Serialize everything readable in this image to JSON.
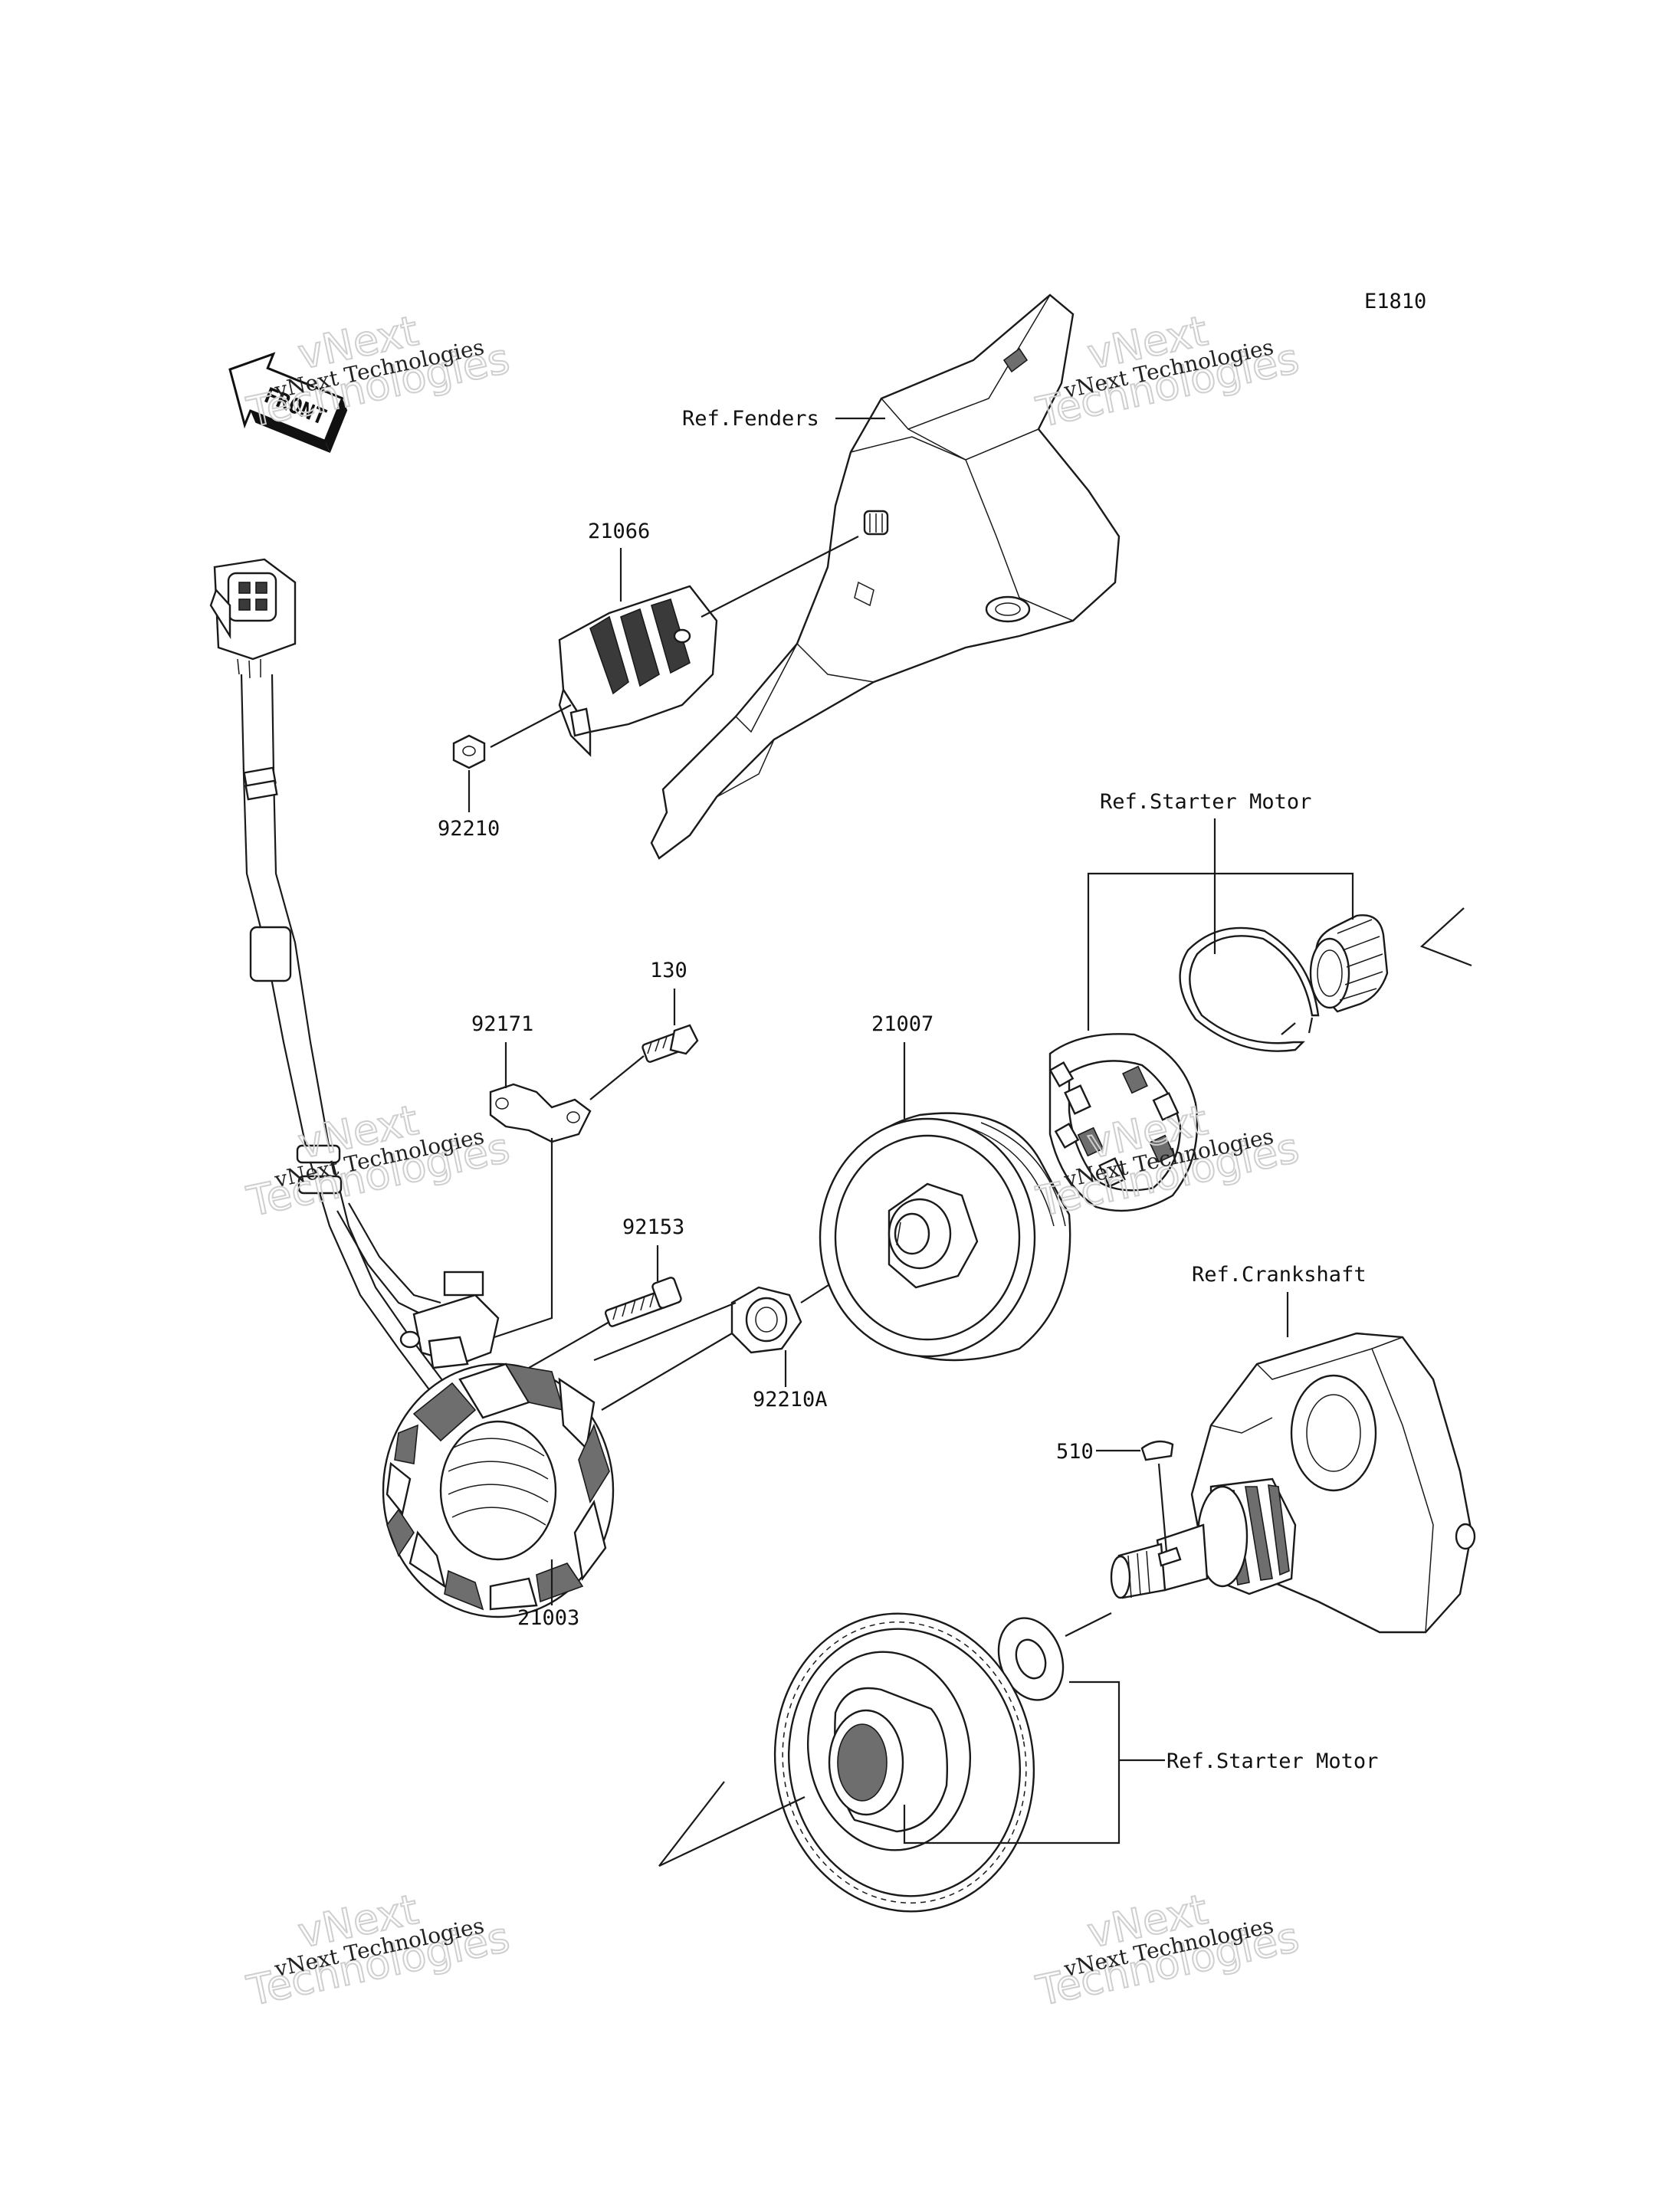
{
  "diagram_code": "E1810",
  "front_label": "FRONT",
  "watermark": {
    "small": "vNext Technologies",
    "large_line1": "vNext",
    "large_line2": "Technologies"
  },
  "references": {
    "fenders": "Ref.Fenders",
    "starter_motor_top": "Ref.Starter Motor",
    "crankshaft": "Ref.Crankshaft",
    "starter_motor_bottom": "Ref.Starter Motor"
  },
  "parts": [
    {
      "id": "21066"
    },
    {
      "id": "92210"
    },
    {
      "id": "130"
    },
    {
      "id": "92171"
    },
    {
      "id": "21007"
    },
    {
      "id": "92153"
    },
    {
      "id": "92210A"
    },
    {
      "id": "510"
    },
    {
      "id": "21003"
    }
  ]
}
